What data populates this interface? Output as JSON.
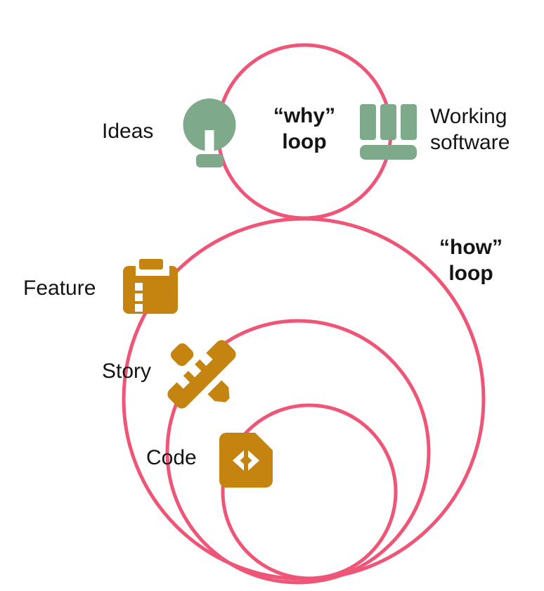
{
  "colors": {
    "loop_pink": "#ee5576",
    "icon_green": "#7ea98b",
    "icon_orange": "#c5830f",
    "text": "#141414",
    "background": "#ffffff"
  },
  "loops": {
    "why": {
      "line1": "“why”",
      "line2": "loop"
    },
    "how": {
      "line1": "“how”",
      "line2": "loop"
    }
  },
  "nodes": {
    "ideas": {
      "label": "Ideas",
      "icon": "lightbulb-icon"
    },
    "working_software": {
      "line1": "Working",
      "line2": "software",
      "icon": "kanban-board-icon"
    },
    "feature": {
      "label": "Feature",
      "icon": "clipboard-list-icon"
    },
    "story": {
      "label": "Story",
      "icon": "ruler-pencil-icon"
    },
    "code": {
      "label": "Code",
      "icon": "code-file-icon"
    }
  }
}
